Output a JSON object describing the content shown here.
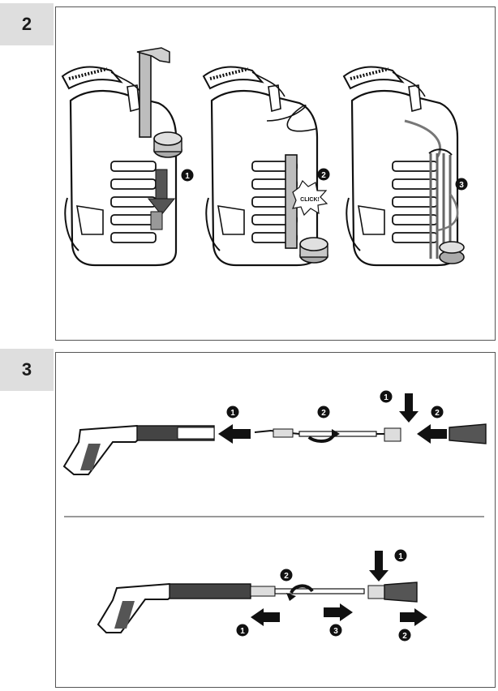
{
  "steps": [
    {
      "number": "2",
      "callouts": [
        "1",
        "2",
        "3"
      ],
      "click_label": "CLICK!"
    },
    {
      "number": "3",
      "top_callouts": [
        "1",
        "2",
        "1",
        "2"
      ],
      "bottom_callouts": [
        "1",
        "2",
        "1",
        "3",
        "2"
      ]
    }
  ],
  "colors": {
    "tab_background": "#dedede",
    "panel_border": "#555555",
    "ink": "#111111",
    "hose": "#777777"
  },
  "icons": [
    "arrow-left-icon",
    "arrow-right-icon",
    "arrow-down-icon",
    "rotate-arrow-icon",
    "click-burst-icon"
  ]
}
